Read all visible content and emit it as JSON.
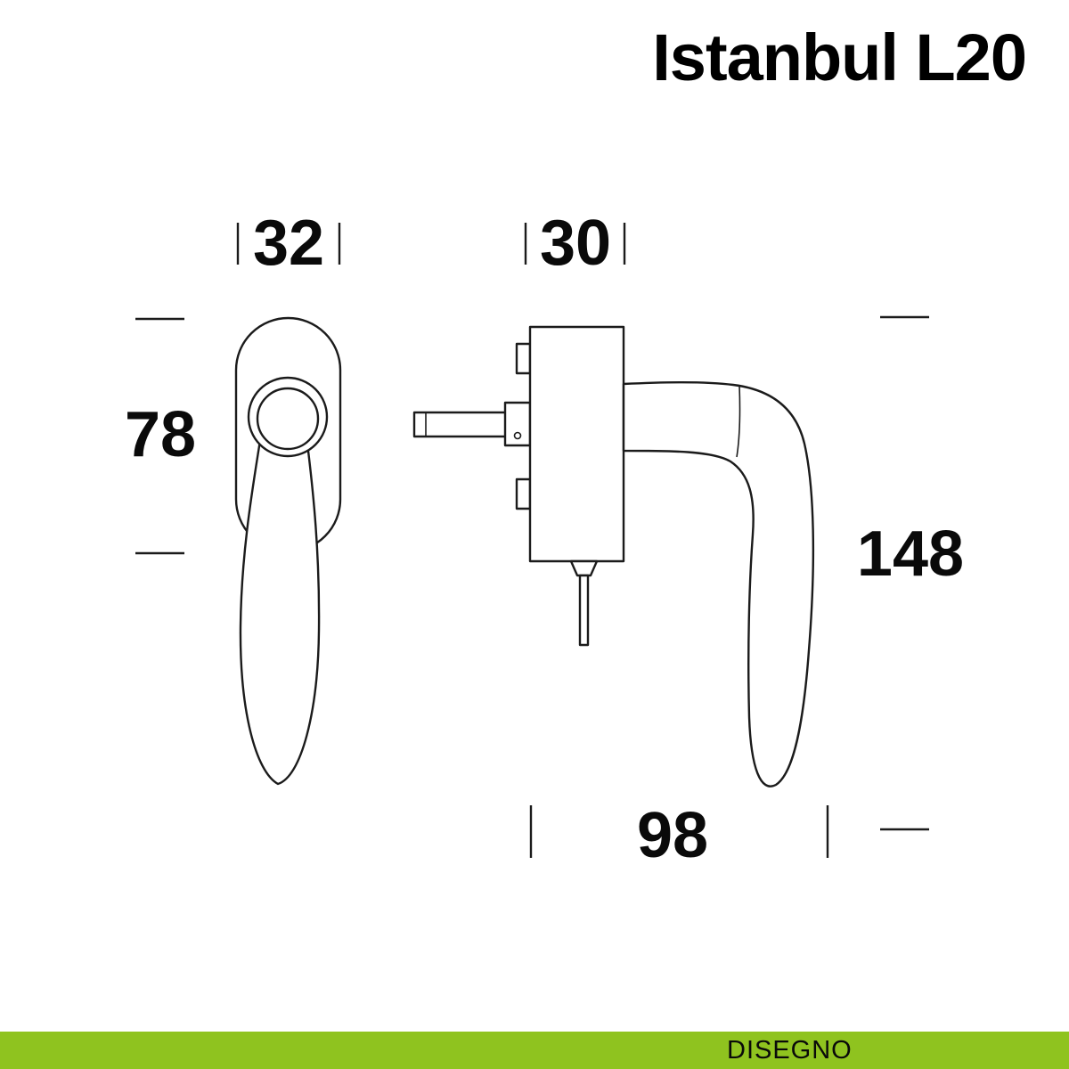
{
  "title": "Istanbul L20",
  "drawing": {
    "description": "Technical dimension drawing of window handle, front view and side view",
    "dim_front_width": "32",
    "dim_front_height": "78",
    "dim_body_depth": "30",
    "dim_handle_height": "148",
    "dim_handle_length": "98"
  },
  "footer": {
    "brand": "DISEGNO",
    "bar_color": "#8fc31f"
  },
  "colors": {
    "line": "#1b1b1b",
    "background": "#ffffff"
  }
}
